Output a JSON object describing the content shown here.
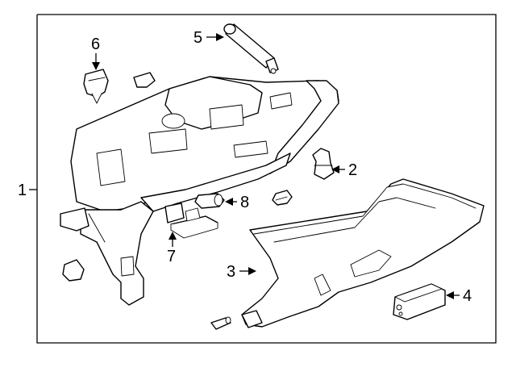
{
  "diagram": {
    "title": "",
    "callouts": [
      {
        "id": "1",
        "text": "1"
      },
      {
        "id": "2",
        "text": "2"
      },
      {
        "id": "3",
        "text": "3"
      },
      {
        "id": "4",
        "text": "4"
      },
      {
        "id": "5",
        "text": "5"
      },
      {
        "id": "6",
        "text": "6"
      },
      {
        "id": "7",
        "text": "7"
      },
      {
        "id": "8",
        "text": "8"
      }
    ]
  }
}
